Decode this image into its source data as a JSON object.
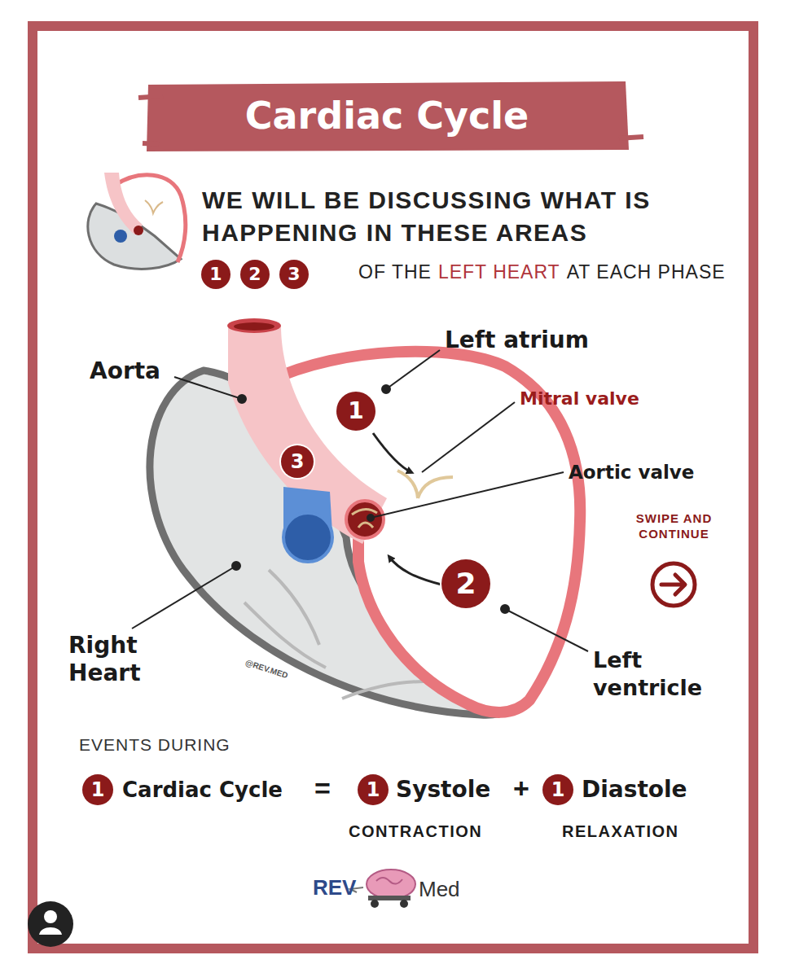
{
  "diagram": {
    "title": "Cardiac Cycle",
    "nodes": [
      {
        "text": [
          "1"
        ]
      },
      {
        "text": [
          "2"
        ]
      },
      {
        "text": [
          "3"
        ]
      },
      {
        "text": [
          "1"
        ]
      },
      {
        "text": [
          "3"
        ]
      },
      {
        "text": [
          "2"
        ]
      },
      {
        "text": [
          "1"
        ]
      },
      {
        "text": [
          "1"
        ]
      },
      {
        "text": [
          "1"
        ]
      }
    ],
    "labels": [
      "WE WILL BE DISCUSSING WHAT IS HAPPENING IN THESE AREAS",
      "OF THE",
      "LEFT HEART",
      "AT EACH PHASE",
      "Left atrium",
      "Aorta",
      "Mitral valve",
      "Aortic valve",
      "SWIPE AND CONTINUE",
      "Right Heart",
      "@REV.MED",
      "Left ventricle",
      "EVENTS DURING",
      "Cardiac Cycle",
      "=",
      "Systole",
      "+",
      "Diastole",
      "CONTRACTION",
      "RELAXATION",
      "REV",
      "Med"
    ]
  }
}
